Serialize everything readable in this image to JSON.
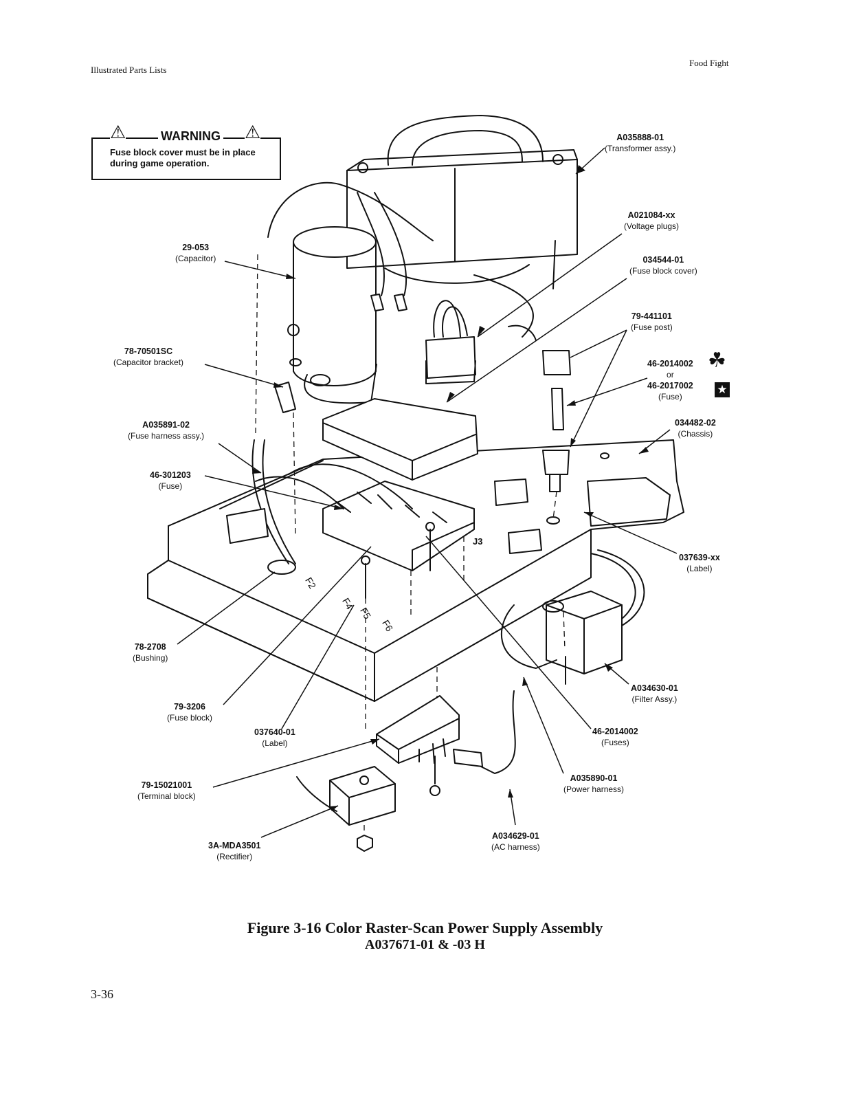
{
  "header": {
    "left": "Illustrated Parts Lists",
    "right": "Food Fight"
  },
  "warning": {
    "title": "WARNING",
    "text": "Fuse block cover must be in place during game operation."
  },
  "labels": {
    "transformer": {
      "pn": "A035888-01",
      "desc": "(Transformer assy.)"
    },
    "voltage_plugs": {
      "pn": "A021084-xx",
      "desc": "(Voltage plugs)"
    },
    "fuse_block_cover": {
      "pn": "034544-01",
      "desc": "(Fuse block cover)"
    },
    "fuse_post": {
      "pn": "79-441101",
      "desc": "(Fuse post)"
    },
    "fuse_right": {
      "pn1": "46-2014002",
      "or": "or",
      "pn2": "46-2017002",
      "desc": "(Fuse)"
    },
    "chassis": {
      "pn": "034482-02",
      "desc": "(Chassis)"
    },
    "label_right": {
      "pn": "037639-xx",
      "desc": "(Label)"
    },
    "filter": {
      "pn": "A034630-01",
      "desc": "(Filter Assy.)"
    },
    "fuses": {
      "pn": "46-2014002",
      "desc": "(Fuses)"
    },
    "power_harness": {
      "pn": "A035890-01",
      "desc": "(Power harness)"
    },
    "ac_harness": {
      "pn": "A034629-01",
      "desc": "(AC harness)"
    },
    "capacitor": {
      "pn": "29-053",
      "desc": "(Capacitor)"
    },
    "capacitor_bracket": {
      "pn": "78-70501SC",
      "desc": "(Capacitor bracket)"
    },
    "fuse_harness": {
      "pn": "A035891-02",
      "desc": "(Fuse harness assy.)"
    },
    "fuse_left": {
      "pn": "46-301203",
      "desc": "(Fuse)"
    },
    "bushing": {
      "pn": "78-2708",
      "desc": "(Bushing)"
    },
    "fuse_block": {
      "pn": "79-3206",
      "desc": "(Fuse block)"
    },
    "label_left": {
      "pn": "037640-01",
      "desc": "(Label)"
    },
    "terminal_block": {
      "pn": "79-15021001",
      "desc": "(Terminal block)"
    },
    "rectifier": {
      "pn": "3A-MDA3501",
      "desc": "(Rectifier)"
    }
  },
  "board_marks": {
    "j3": "J3",
    "f2": "F2",
    "f4": "F4",
    "f5": "F5",
    "f6": "F6"
  },
  "caption": {
    "line1": "Figure 3-16  Color Raster-Scan Power Supply Assembly",
    "line2": "A037671-01 & -03   H"
  },
  "page_number": "3-36"
}
